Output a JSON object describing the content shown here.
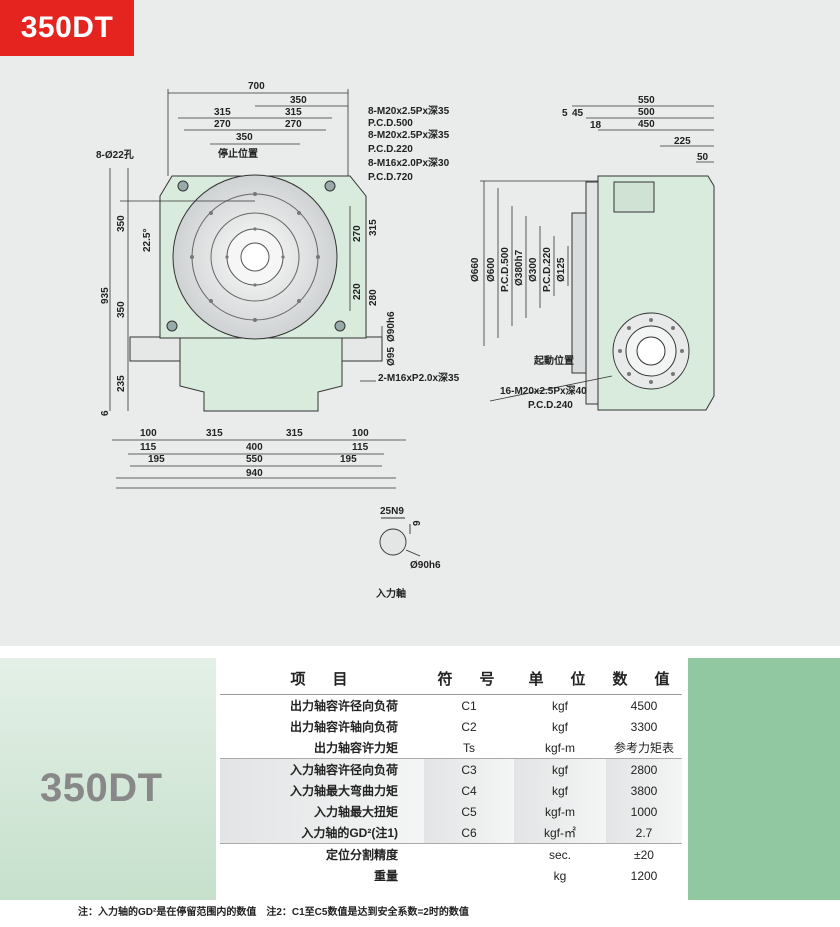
{
  "header": {
    "model": "350DT"
  },
  "drawing": {
    "front_dims": {
      "d700": "700",
      "d350a": "350",
      "d315a": "315",
      "d315b": "315",
      "d270a": "270",
      "d270b": "270",
      "d350b": "350",
      "holes": "8-Ø22孔",
      "stop": "停止位置",
      "v350a": "350",
      "v225": "22.5°",
      "v935": "935",
      "v350b": "350",
      "v235": "235",
      "v6": "6",
      "r270": "270",
      "r315": "315",
      "r220": "220",
      "r280": "280",
      "d90": "Ø90h6",
      "d95": "Ø95",
      "c1": "8-M20x2.5Px深35",
      "c2": "P.C.D.500",
      "c3": "8-M20x2.5Px深35",
      "c4": "P.C.D.220",
      "c5": "8-M16x2.0Px深30",
      "c6": "P.C.D.720",
      "c7": "2-M16xP2.0x深35",
      "b100a": "100",
      "b315a": "315",
      "b315b": "315",
      "b100b": "100",
      "b115a": "115",
      "b400": "400",
      "b115b": "115",
      "b195a": "195",
      "b550": "550",
      "b195b": "195",
      "b940": "940"
    },
    "side_dims": {
      "s550": "550",
      "s5": "5",
      "s45": "45",
      "s500": "500",
      "s18": "18",
      "s450": "450",
      "s225": "225",
      "s50": "50",
      "v660": "Ø660",
      "v600": "Ø600",
      "vpcd": "P.C.D.500",
      "v380": "Ø380h7",
      "v300": "Ø300",
      "v220": "P.C.D.220",
      "v125": "Ø125",
      "start": "起動位置",
      "n1": "16-M20x2.5Px深40",
      "n2": "P.C.D.240"
    },
    "shaft": {
      "key": "25N9",
      "depth": "9",
      "dia": "Ø90h6",
      "label": "入力軸"
    }
  },
  "table": {
    "big_title": "350DT",
    "headers": [
      "项　目",
      "符　号",
      "单　位",
      "数　值"
    ],
    "rows": [
      [
        "出力轴容许径向负荷",
        "C1",
        "kgf",
        "4500"
      ],
      [
        "出力轴容许轴向负荷",
        "C2",
        "kgf",
        "3300"
      ],
      [
        "出力轴容许力矩",
        "Ts",
        "kgf-m",
        "参考力矩表"
      ],
      [
        "入力轴容许径向负荷",
        "C3",
        "kgf",
        "2800"
      ],
      [
        "入力轴最大弯曲力矩",
        "C4",
        "kgf",
        "3800"
      ],
      [
        "入力轴最大扭矩",
        "C5",
        "kgf-m",
        "1000"
      ],
      [
        "入力轴的GD²(注1)",
        "C6",
        "kgf-㎡",
        "2.7"
      ],
      [
        "定位分割精度",
        "",
        "sec.",
        "±20"
      ],
      [
        "重量",
        "",
        "kg",
        "1200"
      ]
    ]
  },
  "footnote": "注：入力轴的GD²是在停留范围内的数值　注2：C1至C5数值是达到安全系数=2时的数值"
}
